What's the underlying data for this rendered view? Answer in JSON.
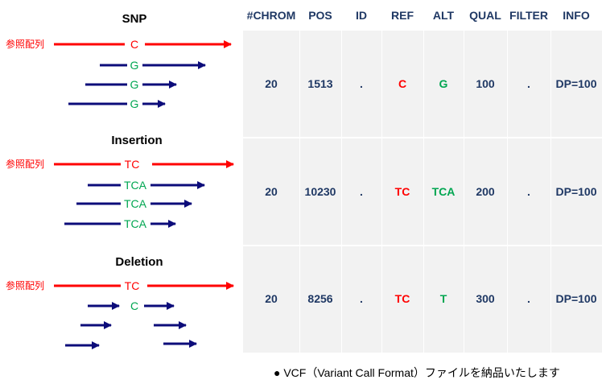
{
  "diagram": {
    "ref_label": "参照配列",
    "panels": [
      {
        "title": "SNP",
        "ref_base": "C",
        "read_bases": [
          "G",
          "G",
          "G"
        ]
      },
      {
        "title": "Insertion",
        "ref_base": "TC",
        "read_bases": [
          "TCA",
          "TCA",
          "TCA"
        ]
      },
      {
        "title": "Deletion",
        "ref_base": "TC",
        "read_bases": [
          "C"
        ]
      }
    ]
  },
  "vcf_table": {
    "columns": [
      "#CHROM",
      "POS",
      "ID",
      "REF",
      "ALT",
      "QUAL",
      "FILTER",
      "INFO"
    ],
    "rows": [
      [
        "20",
        "1513",
        ".",
        "C",
        "G",
        "100",
        ".",
        "DP=100"
      ],
      [
        "20",
        "10230",
        ".",
        "TC",
        "TCA",
        "200",
        ".",
        "DP=100"
      ],
      [
        "20",
        "8256",
        ".",
        "TC",
        "T",
        "300",
        ".",
        "DP=100"
      ]
    ]
  },
  "colors": {
    "reference": "#ff0000",
    "read": "#0c0c7a",
    "alt_base": "#00a651",
    "header_text": "#1f3864",
    "table_band": "#f2f2f2"
  },
  "footnote": "● VCF（Variant Call Format）ファイルを納品いたします"
}
